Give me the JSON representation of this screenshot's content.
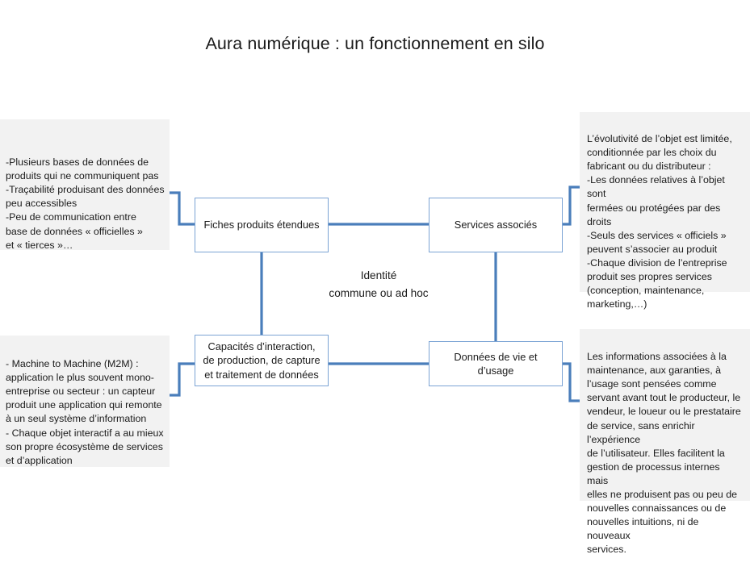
{
  "slide": {
    "title": "Aura numérique : un fonctionnement en silo",
    "background_color": "#ffffff",
    "connector_color": "#4a7ebb",
    "box_border_color": "#7ba3d4",
    "note_background_color": "#f2f2f2",
    "text_color": "#1b1b1b"
  },
  "boxes": {
    "top_left": "Fiches produits étendues",
    "top_right": "Services associés",
    "bottom_left": "Capacités d’interaction, de production, de capture et traitement de données",
    "bottom_right": "Données de vie et d’usage"
  },
  "centre": {
    "line1": "Identité",
    "line2": "commune ou ad hoc"
  },
  "notes": {
    "top_left": "-Plusieurs bases de données de\nproduits qui ne communiquent pas\n-Traçabilité produisant des données\npeu accessibles\n-Peu de communication entre\nbase de données « officielles »\net « tierces »…",
    "top_right": "L’évolutivité de l’objet est limitée,\nconditionnée par les choix du\nfabricant ou du distributeur :\n-Les données relatives à l’objet sont\nfermées ou protégées par des droits\n-Seuls des services « officiels »\npeuvent s’associer au produit\n-Chaque division de l’entreprise\nproduit ses propres services\n(conception, maintenance,\nmarketing,…)",
    "bottom_left": "- Machine to Machine (M2M) :\napplication le plus souvent mono-\nentreprise ou secteur : un capteur\nproduit une application qui remonte\nà un seul système d’information\n- Chaque objet interactif a au mieux\nson propre écosystème de services\net d’application",
    "bottom_right": "Les informations associées à la\nmaintenance, aux garanties, à\nl’usage sont pensées comme\nservant avant tout le producteur, le\nvendeur, le loueur ou le prestataire\nde service, sans enrichir l’expérience\nde l’utilisateur. Elles facilitent la\ngestion de processus internes mais\nelles ne produisent pas ou peu de\nnouvelles connaissances ou de\nnouvelles intuitions, ni de nouveaux\nservices."
  }
}
